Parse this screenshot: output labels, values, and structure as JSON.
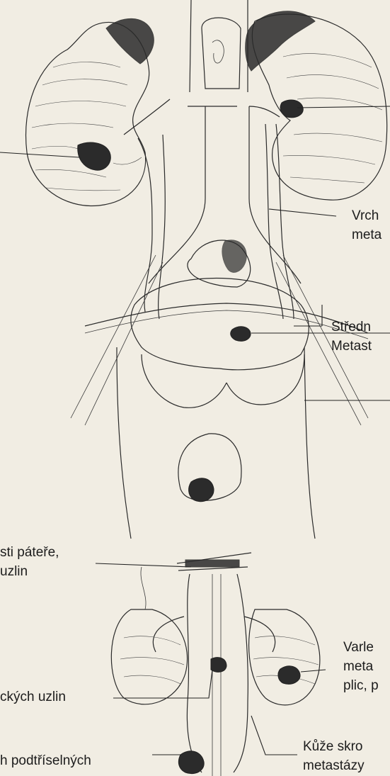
{
  "labels": {
    "upper_right_1": "Vrch",
    "upper_right_2": "meta",
    "middle_right_1": "Středn",
    "middle_right_2": "Metast",
    "left_spine_1": "sti páteře,",
    "left_spine_2": "uzlin",
    "testis_1": "Varle",
    "testis_2": "meta",
    "testis_3": "plic, p",
    "lymph_left": "ckých uzlin",
    "skin_1": "Kůže skro",
    "skin_2": "metastázy",
    "inguinal": "h podtříselných"
  }
}
